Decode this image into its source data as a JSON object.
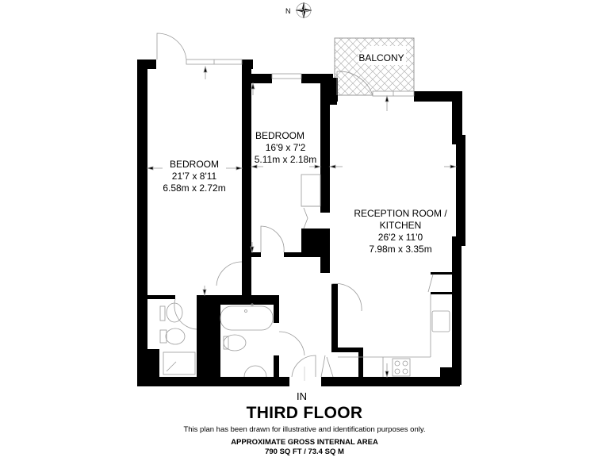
{
  "compass": {
    "label": "N",
    "icon": "compass-rose-icon"
  },
  "rooms": [
    {
      "id": "bedroom-1",
      "name": "BEDROOM",
      "imperial": "21'7 x 8'11",
      "metric": "6.58m x 2.72m"
    },
    {
      "id": "bedroom-2",
      "name": "BEDROOM",
      "imperial": "16'9 x 7'2",
      "metric": "5.11m x 2.18m"
    },
    {
      "id": "balcony",
      "name": "BALCONY"
    },
    {
      "id": "reception",
      "name_line1": "RECEPTION ROOM /",
      "name_line2": "KITCHEN",
      "imperial": "26'2 x 11'0",
      "metric": "7.98m x 3.35m"
    }
  ],
  "entrance_label": "IN",
  "floor_title": "THIRD FLOOR",
  "disclaimer": "This plan has been drawn for illustrative and identification purposes only.",
  "area": {
    "title": "APPROXIMATE GROSS INTERNAL AREA",
    "value": "790 SQ FT / 73.4 SQ M"
  },
  "colors": {
    "wall": "#000000",
    "fixture_line": "#9a9a9a",
    "background": "#ffffff"
  }
}
